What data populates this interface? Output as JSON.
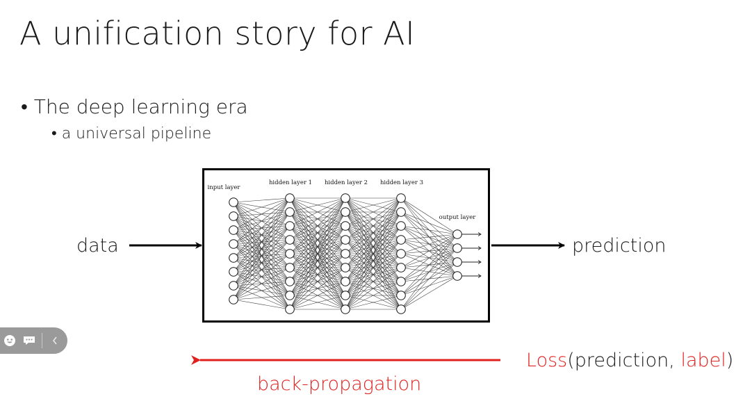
{
  "slide": {
    "title": "A unification story for AI",
    "bullet_1": "The deep learning era",
    "bullet_2": "a universal pipeline"
  },
  "diagram": {
    "input_word": "data",
    "output_word": "prediction",
    "loss_word": "Loss",
    "loss_paren_open": "(",
    "loss_arg1": "prediction",
    "loss_comma": ",",
    "loss_arg2": "label",
    "loss_paren_close": ")",
    "backprop_label": "back-propagation",
    "accent_color": "#e0211f"
  },
  "network": {
    "layer_labels": [
      "input layer",
      "hidden layer 1",
      "hidden layer 2",
      "hidden layer 3",
      "output layer"
    ],
    "layer_sizes": [
      8,
      9,
      9,
      9,
      4
    ]
  },
  "toolbar": {
    "icons": [
      "face-icon",
      "chat-icon",
      "collapse-arrow-icon"
    ]
  }
}
